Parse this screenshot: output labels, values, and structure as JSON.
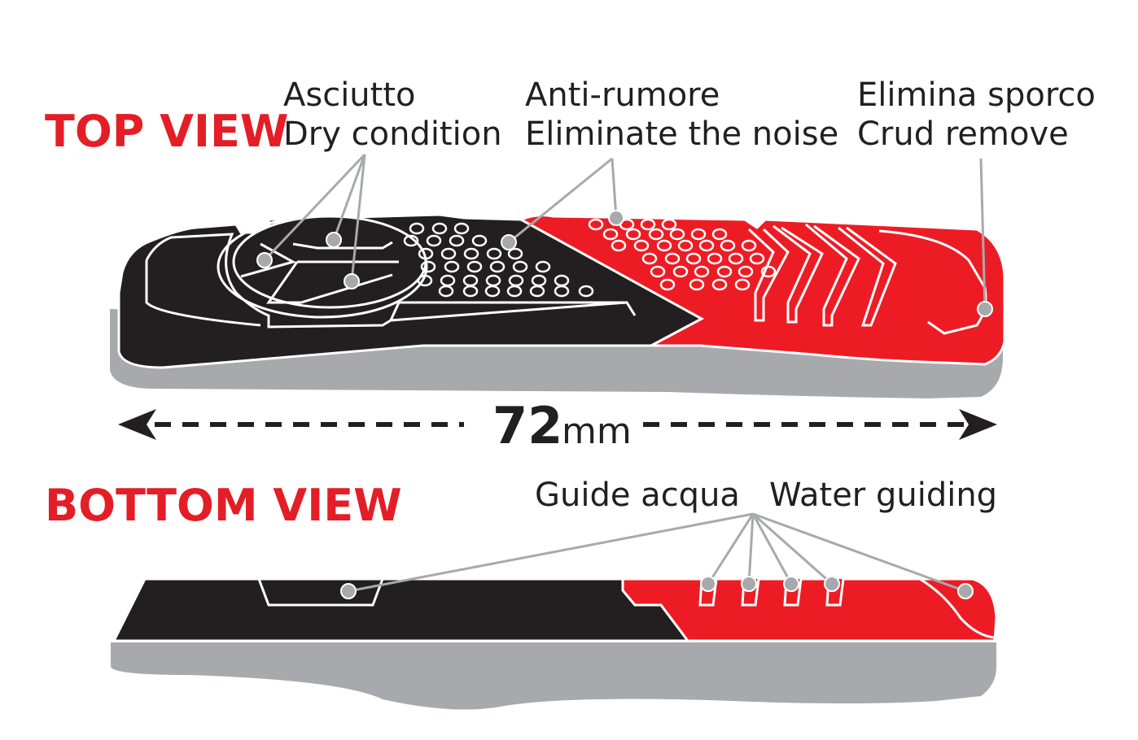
{
  "colors": {
    "accent_red": "#e41e26",
    "pad_black": "#231f20",
    "pad_red": "#ed1c24",
    "shadow_gray": "#a7a9ac",
    "leader_gray": "#a7a9ac",
    "outline_white": "#ffffff"
  },
  "top_view": {
    "title": "TOP VIEW",
    "callouts": [
      {
        "lines": [
          "Asciutto",
          "Dry condition"
        ]
      },
      {
        "lines": [
          "Anti-rumore",
          "Eliminate the noise"
        ]
      },
      {
        "lines": [
          "Elimina sporco",
          "Crud remove"
        ]
      }
    ]
  },
  "dimension": {
    "value": "72",
    "unit": "mm"
  },
  "bottom_view": {
    "title": "BOTTOM VIEW",
    "callouts": [
      {
        "lines": [
          "Guide acqua"
        ]
      },
      {
        "lines": [
          "Water guiding"
        ]
      }
    ]
  }
}
